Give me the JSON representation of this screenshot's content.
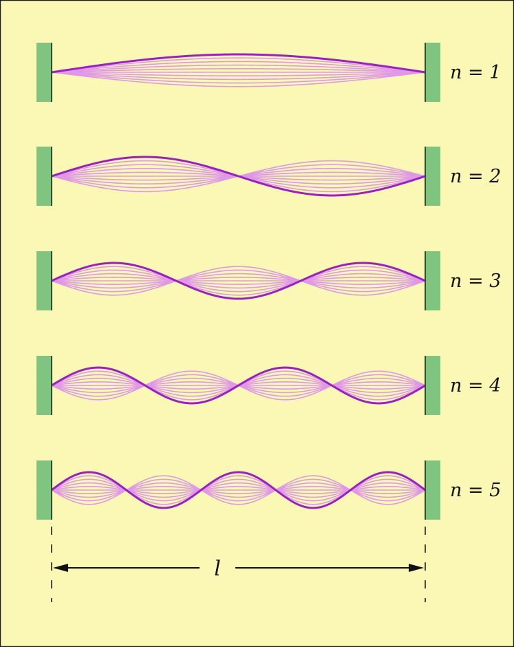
{
  "diagram": {
    "length_symbol": "l",
    "colors": {
      "background": "#fbf7b4",
      "frame": "#1a1a1a",
      "clamp_fill": "#7fc47f",
      "clamp_edge": "#2d4d2d",
      "string_main": "#9b1fc1",
      "string_faint": "#df98e6",
      "arrow": "#111111"
    },
    "modes": [
      {
        "n": 1,
        "label": "n = 1"
      },
      {
        "n": 2,
        "label": "n = 2"
      },
      {
        "n": 3,
        "label": "n = 3"
      },
      {
        "n": 4,
        "label": "n = 4"
      },
      {
        "n": 5,
        "label": "n = 5"
      }
    ]
  }
}
